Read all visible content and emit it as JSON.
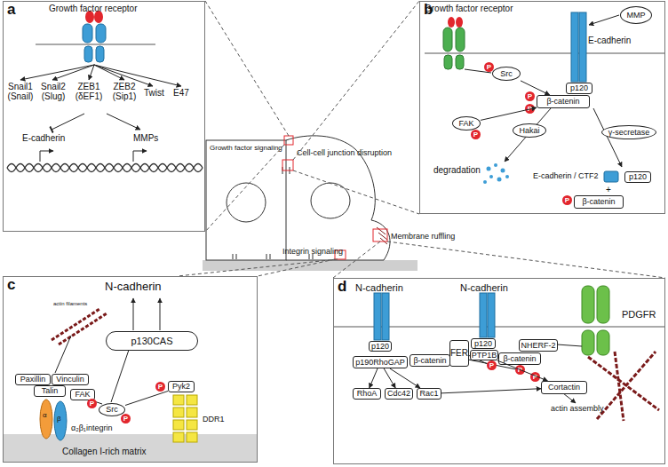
{
  "diagram": {
    "nodes": [
      {
        "text": [
          "a"
        ]
      },
      {
        "text": [
          "b"
        ]
      },
      {
        "text": [
          "MMP"
        ],
        "in": 1
      },
      {
        "text": [
          "Src"
        ],
        "in": 1
      },
      {
        "text": [
          "p120"
        ],
        "in": 1
      },
      {
        "text": [
          "β-catenin"
        ],
        "in": 1
      },
      {
        "text": [
          "FAK"
        ],
        "in": 1
      },
      {
        "text": [
          "Hakai"
        ],
        "in": 1
      },
      {
        "text": [
          "γ-secretase"
        ],
        "in": 1
      },
      {
        "text": [
          "p120"
        ],
        "in": 1
      },
      {
        "text": [
          "β-catenin"
        ],
        "in": 1
      },
      {
        "text": [
          "c"
        ]
      },
      {
        "text": [
          "Paxillin"
        ],
        "in": 11
      },
      {
        "text": [
          "Vinculin"
        ],
        "in": 11
      },
      {
        "text": [
          "Talin"
        ],
        "in": 11
      },
      {
        "text": [
          "FAK"
        ],
        "in": 11
      },
      {
        "text": [
          "Src"
        ],
        "in": 11
      },
      {
        "text": [
          "p130CAS"
        ],
        "in": 11
      },
      {
        "text": [
          "Pyk2"
        ],
        "in": 11
      },
      {
        "text": [
          "d"
        ]
      },
      {
        "text": [
          "p120"
        ],
        "in": 19
      },
      {
        "text": [
          "p190RhoGAP"
        ],
        "in": 19
      },
      {
        "text": [
          "β-catenin"
        ],
        "in": 19
      },
      {
        "text": [
          "FER"
        ],
        "in": 19
      },
      {
        "text": [
          "p120"
        ],
        "in": 19
      },
      {
        "text": [
          "PTP1B"
        ],
        "in": 19
      },
      {
        "text": [
          "NHERF-2"
        ],
        "in": 19
      },
      {
        "text": [
          "β-catenin"
        ],
        "in": 19
      },
      {
        "text": [
          "RhoA"
        ],
        "in": 19
      },
      {
        "text": [
          "Cdc42"
        ],
        "in": 19
      },
      {
        "text": [
          "Rac1"
        ],
        "in": 19
      },
      {
        "text": [
          "Cortactin"
        ],
        "in": 19
      }
    ],
    "edges": [
      {
        "from": 3,
        "to": 5,
        "arrow": "to"
      },
      {
        "from": 6,
        "to": 5,
        "arrow": "to"
      },
      {
        "from": 16,
        "to": 18,
        "arrow": "none"
      },
      {
        "from": 21,
        "to": 28,
        "arrow": "to"
      },
      {
        "from": 21,
        "to": 29,
        "arrow": "to"
      },
      {
        "from": 21,
        "to": 30,
        "arrow": "to"
      },
      {
        "from": 30,
        "to": 31,
        "arrow": "to"
      },
      {
        "from": 25,
        "to": 31,
        "arrow": "to"
      }
    ],
    "labels": [
      "Growth factor receptor",
      "Snail1 (Snail)",
      "Snail2 (Slug)",
      "ZEB1 (δEF1)",
      "ZEB2 (Sip1)",
      "Twist",
      "E47",
      "E-cadherin",
      "MMPs",
      "Growth factor receptor",
      "E-cadherin",
      "P",
      "P",
      "P",
      "P",
      "degradation",
      "E-cadherin / CTF2",
      "+",
      "P",
      "Growth factor signaling",
      "Cell-cell junction disruption",
      "Membrane ruffling",
      "Integrin signaling",
      "N-cadherin",
      "actin filaments",
      "P",
      "P",
      "P",
      "α",
      "β",
      "α₂β₁integrin",
      "DDR1",
      "Collagen I-rich matrix",
      "N-cadherin",
      "N-cadherin",
      "PDGFR",
      "P",
      "P",
      "P",
      "actin assembly"
    ]
  }
}
